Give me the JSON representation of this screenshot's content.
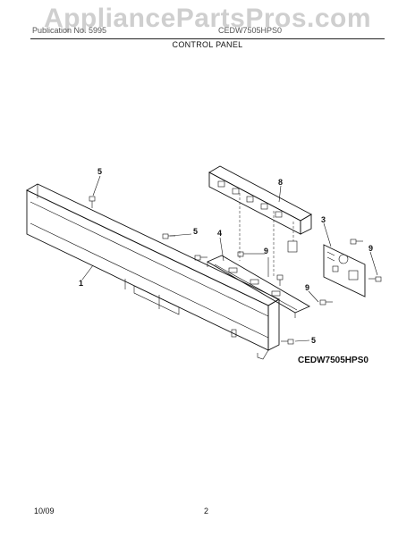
{
  "watermark": "AppliancePartsPros.com",
  "header": {
    "publication": "Publication No. 5995",
    "model": "CEDW7505HPS0",
    "section_title": "CONTROL PANEL"
  },
  "diagram": {
    "model_code": "CEDW7505HPS0",
    "callouts": {
      "screw_top": "5",
      "panel": "1",
      "control_board_cover": "8",
      "control_board": "3",
      "screw_mid": "5",
      "bracket": "4",
      "screw_9a": "9",
      "screw_9b": "9",
      "screw_9c": "9",
      "screw_bottom": "5"
    }
  },
  "footer": {
    "date": "10/09",
    "page": "2"
  }
}
